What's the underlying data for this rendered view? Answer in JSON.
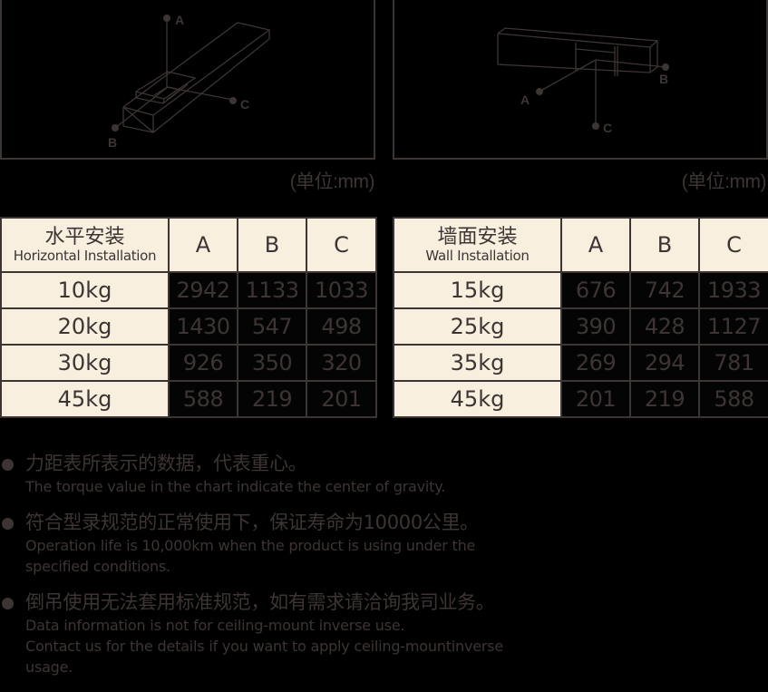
{
  "diagrams": {
    "left": {
      "title": "Horizontal installation diagram",
      "labels": {
        "a": "A",
        "b": "B",
        "c": "C"
      },
      "unit": "(单位:mm)"
    },
    "right": {
      "title": "Wall installation diagram",
      "labels": {
        "a": "A",
        "b": "B",
        "c": "C"
      },
      "unit": "(单位:mm)"
    }
  },
  "tables": {
    "horizontal": {
      "title_cn": "水平安装",
      "title_en": "Horizontal Installation",
      "columns": [
        "A",
        "B",
        "C"
      ],
      "rows": [
        {
          "load": "10kg",
          "a": "2942",
          "b": "1133",
          "c": "1033"
        },
        {
          "load": "20kg",
          "a": "1430",
          "b": "547",
          "c": "498"
        },
        {
          "load": "30kg",
          "a": "926",
          "b": "350",
          "c": "320"
        },
        {
          "load": "45kg",
          "a": "588",
          "b": "219",
          "c": "201"
        }
      ]
    },
    "wall": {
      "title_cn": "墙面安装",
      "title_en": "Wall Installation",
      "columns": [
        "A",
        "B",
        "C"
      ],
      "rows": [
        {
          "load": "15kg",
          "a": "676",
          "b": "742",
          "c": "1933"
        },
        {
          "load": "25kg",
          "a": "390",
          "b": "428",
          "c": "1127"
        },
        {
          "load": "35kg",
          "a": "269",
          "b": "294",
          "c": "781"
        },
        {
          "load": "45kg",
          "a": "201",
          "b": "219",
          "c": "588"
        }
      ]
    }
  },
  "notes": [
    {
      "cn": "力距表所表示的数据，代表重心。",
      "en": [
        "The torque value in the chart indicate the center of gravity."
      ]
    },
    {
      "cn": "符合型录规范的正常使用下，保证寿命为10000公里。",
      "en": [
        "Operation life is 10,000km when the product is using under the",
        "specified conditions."
      ]
    },
    {
      "cn": "倒吊使用无法套用标准规范，如有需求请洽询我司业务。",
      "en": [
        "Data information is not for ceiling-mount inverse use.",
        "Contact us for the details if you want to apply ceiling-mountinverse",
        "usage."
      ]
    }
  ],
  "colors": {
    "background": "#000000",
    "line": "#3d3533",
    "cell_light": "#f8efdf",
    "cell_dark": "#050404"
  }
}
